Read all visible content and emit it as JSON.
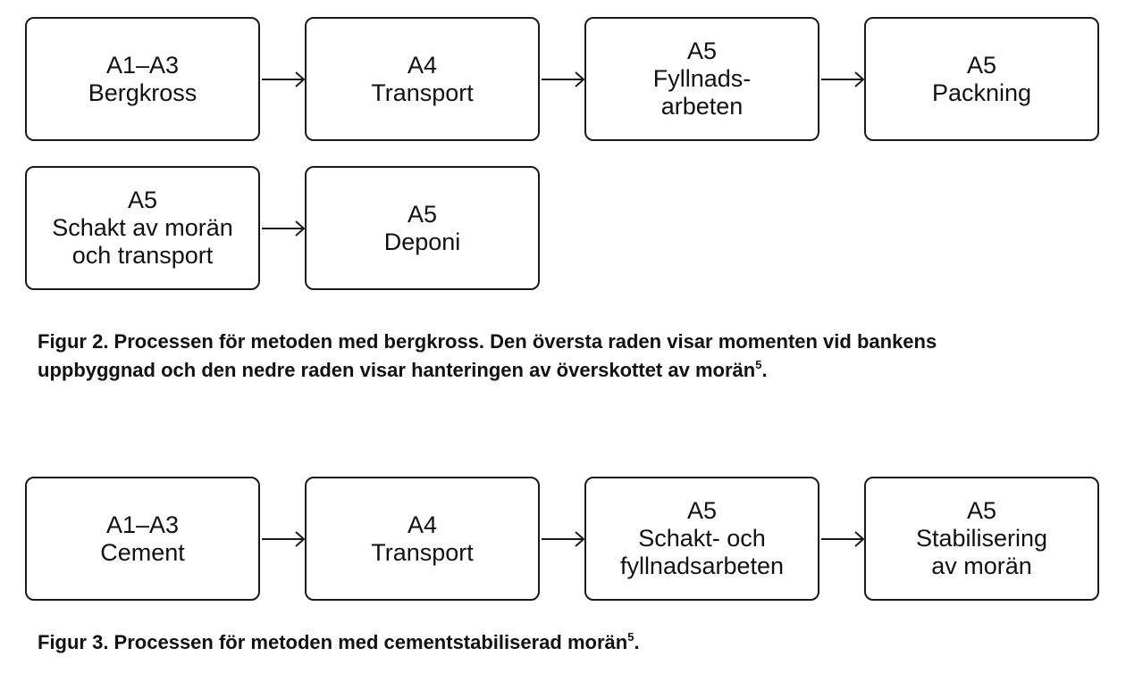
{
  "figure2": {
    "row1": [
      {
        "code": "A1–A3",
        "lines": [
          "Bergkross"
        ]
      },
      {
        "code": "A4",
        "lines": [
          "Transport"
        ]
      },
      {
        "code": "A5",
        "lines": [
          "Fyllnads-",
          "arbeten"
        ]
      },
      {
        "code": "A5",
        "lines": [
          "Packning"
        ]
      }
    ],
    "row2": [
      {
        "code": "A5",
        "lines": [
          "Schakt av morän",
          "och transport"
        ]
      },
      {
        "code": "A5",
        "lines": [
          "Deponi"
        ]
      }
    ],
    "caption": {
      "line1": "Figur 2. Processen för metoden med bergkross. Den översta raden visar momenten vid bankens",
      "line2": "uppbyggnad och den nedre raden visar hanteringen av överskottet av morän",
      "footnote": "5",
      "end": "."
    }
  },
  "figure3": {
    "row": [
      {
        "code": "A1–A3",
        "lines": [
          "Cement"
        ]
      },
      {
        "code": "A4",
        "lines": [
          "Transport"
        ]
      },
      {
        "code": "A5",
        "lines": [
          "Schakt- och",
          "fyllnadsarbeten"
        ]
      },
      {
        "code": "A5",
        "lines": [
          "Stabilisering",
          "av morän"
        ]
      }
    ],
    "caption": {
      "text": "Figur 3. Processen för metoden med cementstabiliserad morän",
      "footnote": "5",
      "end": "."
    }
  },
  "colors": {
    "stroke": "#1a1a1a",
    "text": "#111111",
    "background": "#ffffff"
  }
}
